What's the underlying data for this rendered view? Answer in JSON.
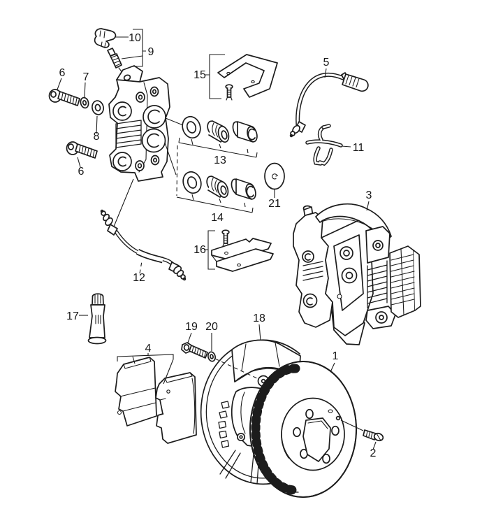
{
  "diagram": {
    "type": "exploded-parts-diagram",
    "subject": "front-brake-caliper-disc-and-pads",
    "background_color": "#ffffff",
    "line_color": "#1c1c1c",
    "callouts": {
      "disc": "1",
      "disc_screw": "2",
      "caliper_assembly": "3",
      "brake_pad_set": "4",
      "brake_hose_front": "5",
      "socket_bolt_upper": "6",
      "socket_bolt_lower": "6",
      "washer_small": "7",
      "washer_large": "8",
      "bleeder_valve_set": "9",
      "dust_cap": "10",
      "retaining_spring": "11",
      "brake_hose_lower": "12",
      "repair_kit_upper": "13",
      "repair_kit_lower": "14",
      "damper_plate_upper": "15",
      "damper_plate_lower": "16",
      "lubricant_tube": "17",
      "splash_shield": "18",
      "hex_bolt": "19",
      "spring_washer": "20",
      "sealing_cap": "21"
    }
  }
}
